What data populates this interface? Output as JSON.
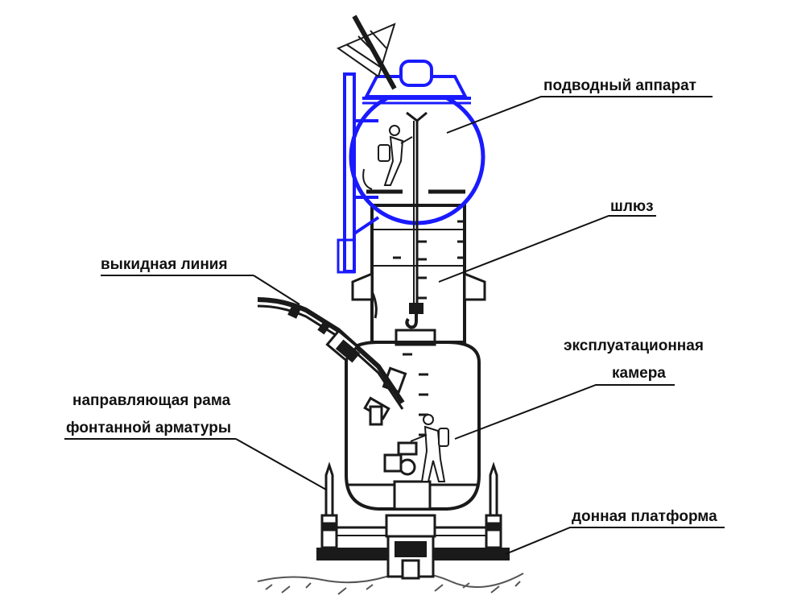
{
  "labels": {
    "underwater_vehicle": "подводный аппарат",
    "airlock": "шлюз",
    "flow_line": "выкидная линия",
    "operating_chamber_line1": "эксплуатационная",
    "operating_chamber_line2": "камера",
    "guide_frame_line1": "направляющая рама",
    "guide_frame_line2": "фонтанной арматуры",
    "bottom_platform": "донная платформа"
  },
  "colors": {
    "vehicle": "#1a1aff",
    "structure": "#1a1a1a",
    "leader": "#111111",
    "ground": "#555555"
  },
  "icons": {
    "diver_top": "diver-figure-icon",
    "diver_bottom": "diver-figure-icon",
    "hook": "crane-hook-icon"
  }
}
